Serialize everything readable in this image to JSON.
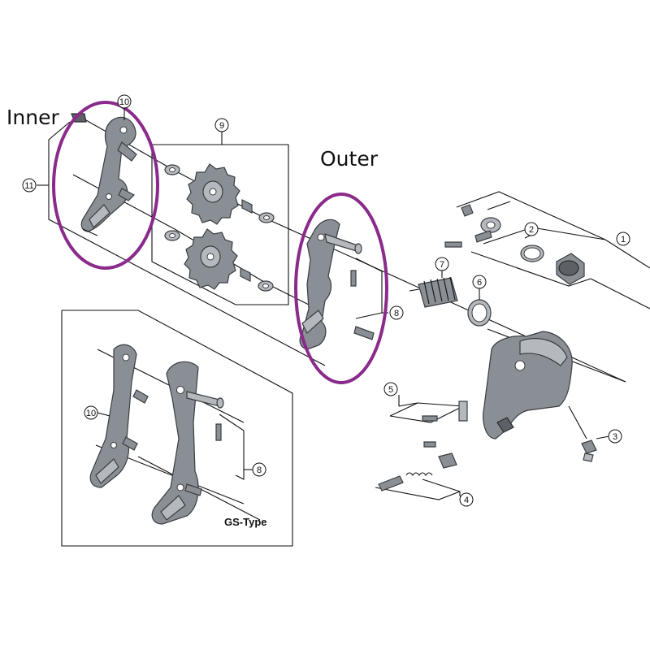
{
  "labels": {
    "inner": "Inner",
    "outer": "Outer",
    "gs_type": "GS-Type"
  },
  "callouts": {
    "c1": "1",
    "c2": "2",
    "c3": "3",
    "c4": "4",
    "c5": "5",
    "c6": "6",
    "c7": "7",
    "c8": "8",
    "c8_gs": "8",
    "c9": "9",
    "c10": "10",
    "c10_gs": "10",
    "c11": "11"
  },
  "colors": {
    "highlight": "#8a2b8c",
    "part_fill": "#8a8f95",
    "line": "#111111"
  }
}
